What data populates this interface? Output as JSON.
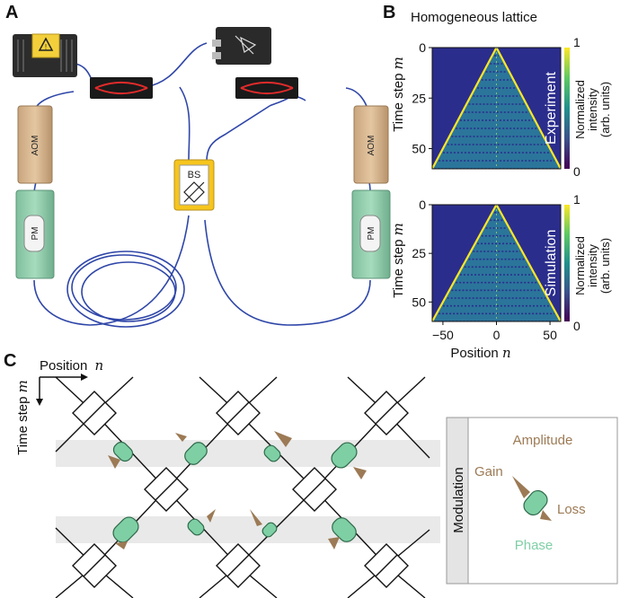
{
  "panels": {
    "a": {
      "letter": "A",
      "devices": {
        "aom": "AOM",
        "pm": "PM",
        "bs": "BS"
      }
    },
    "b": {
      "letter": "B",
      "title": "Homogeneous lattice",
      "ylabel": "Time step",
      "ylabel_var": "m",
      "xlabel": "Position",
      "xlabel_var": "n",
      "yticks": [
        "0",
        "25",
        "50"
      ],
      "xticks": [
        "−50",
        "0",
        "50"
      ],
      "top_label": "Experiment",
      "bottom_label": "Simulation",
      "colorbar": {
        "max": "1",
        "min": "0",
        "line1": "Normalized",
        "line2": "intensity",
        "line3": "(arb. units)"
      },
      "colors": {
        "background": "#2b2d8c",
        "cone": "#2cb0a8",
        "edge": "#fde725"
      }
    },
    "c": {
      "letter": "C",
      "position_label": "Position",
      "position_var": "n",
      "time_label": "Time step",
      "time_var": "m",
      "legend": {
        "side": "Modulation",
        "amplitude": "Amplitude",
        "gain": "Gain",
        "loss": "Loss",
        "phase": "Phase"
      },
      "colors": {
        "amplitude": "#9c7a55",
        "phase": "#7fcfa5",
        "band": "#e9e9e9"
      }
    }
  },
  "chart_data": [
    {
      "type": "heatmap",
      "title": "Homogeneous lattice",
      "label": "Experiment",
      "xlabel": "Position n",
      "ylabel": "Time step m",
      "xlim": [
        -60,
        60
      ],
      "ylim": [
        60,
        0
      ],
      "xticks": [
        -50,
        0,
        50
      ],
      "yticks": [
        0,
        25,
        50
      ],
      "colorbar": {
        "label": "Normalized intensity (arb. units)",
        "range": [
          0,
          1
        ]
      }
    },
    {
      "type": "heatmap",
      "label": "Simulation",
      "xlabel": "Position n",
      "ylabel": "Time step m",
      "xlim": [
        -60,
        60
      ],
      "ylim": [
        60,
        0
      ],
      "xticks": [
        -50,
        0,
        50
      ],
      "yticks": [
        0,
        25,
        50
      ],
      "colorbar": {
        "label": "Normalized intensity (arb. units)",
        "range": [
          0,
          1
        ]
      }
    }
  ]
}
